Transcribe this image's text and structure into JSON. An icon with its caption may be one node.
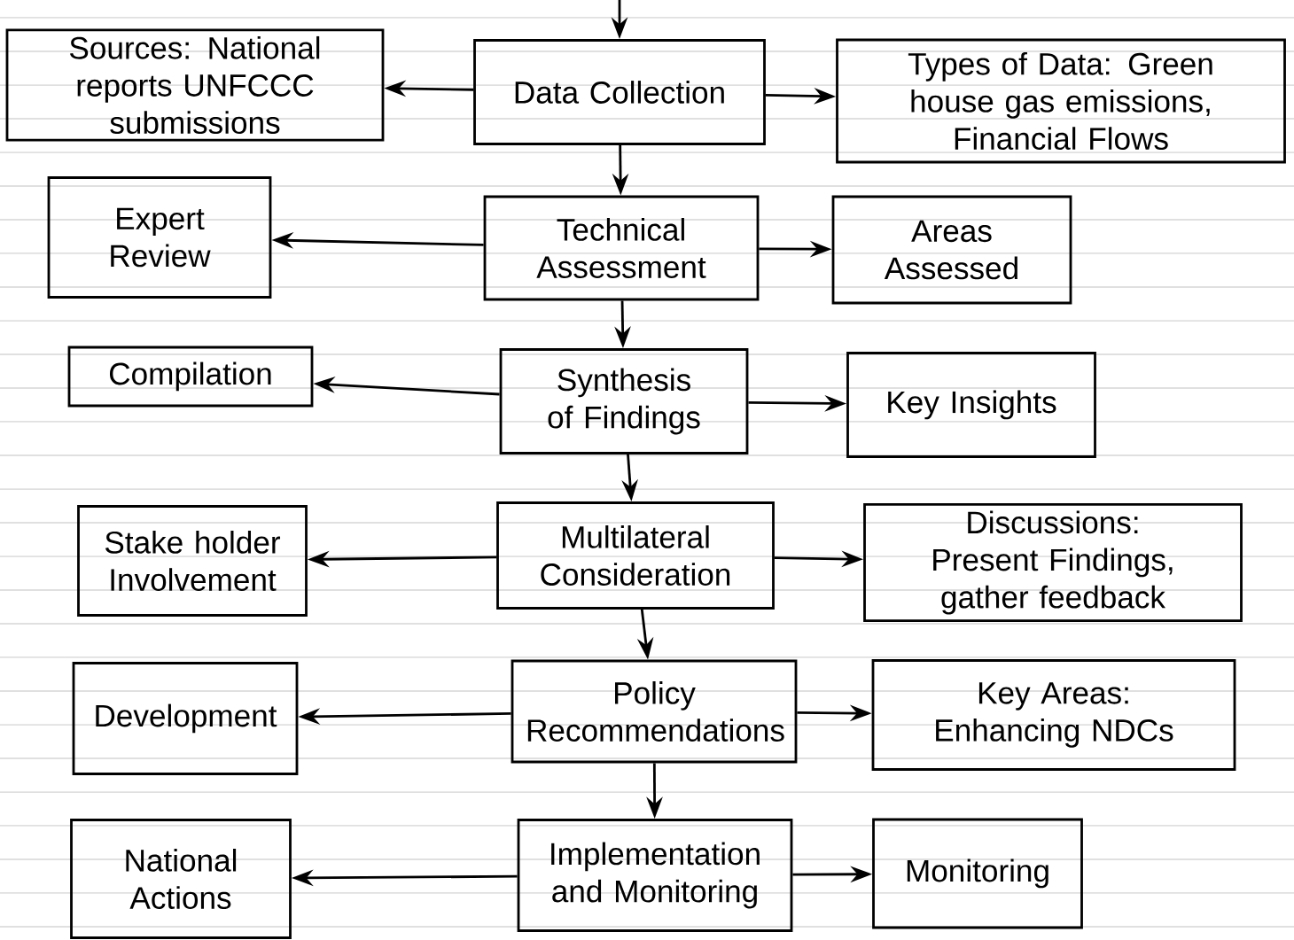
{
  "diagram": {
    "nodes": [
      {
        "text": [
          "Sources: National reports UNFCCC submissions"
        ]
      },
      {
        "text": [
          "Data Collection"
        ]
      },
      {
        "text": [
          "Types of Data: Green house gas emissions, Financial Flows"
        ]
      },
      {
        "text": [
          "Expert Review"
        ]
      },
      {
        "text": [
          "Technical Assessment"
        ]
      },
      {
        "text": [
          "Areas Assessed"
        ]
      },
      {
        "text": [
          "Compilation"
        ]
      },
      {
        "text": [
          "Synthesis of Findings"
        ]
      },
      {
        "text": [
          "Key Insights"
        ]
      },
      {
        "text": [
          "Stake holder Involvement"
        ]
      },
      {
        "text": [
          "Multilateral Consideration"
        ]
      },
      {
        "text": [
          "Discussions: Present Findings, gather feedback"
        ]
      },
      {
        "text": [
          "Development"
        ]
      },
      {
        "text": [
          "Policy Recommendations"
        ]
      },
      {
        "text": [
          "Key Areas: Enhancing NDCs"
        ]
      },
      {
        "text": [
          "National Actions"
        ]
      },
      {
        "text": [
          "Implementation and Monitoring"
        ]
      },
      {
        "text": [
          "Monitoring"
        ]
      }
    ],
    "edges": [
      {
        "from": null,
        "to": 1,
        "arrow": "to"
      },
      {
        "from": 1,
        "to": 0,
        "arrow": "to"
      },
      {
        "from": 1,
        "to": 2,
        "arrow": "to"
      },
      {
        "from": 1,
        "to": 4,
        "arrow": "to"
      },
      {
        "from": 4,
        "to": 3,
        "arrow": "to"
      },
      {
        "from": 4,
        "to": 5,
        "arrow": "to"
      },
      {
        "from": 4,
        "to": 7,
        "arrow": "to"
      },
      {
        "from": 7,
        "to": 6,
        "arrow": "to"
      },
      {
        "from": 7,
        "to": 8,
        "arrow": "to"
      },
      {
        "from": 7,
        "to": 10,
        "arrow": "to"
      },
      {
        "from": 10,
        "to": 9,
        "arrow": "to"
      },
      {
        "from": 10,
        "to": 11,
        "arrow": "to"
      },
      {
        "from": 10,
        "to": 13,
        "arrow": "to"
      },
      {
        "from": 13,
        "to": 12,
        "arrow": "to"
      },
      {
        "from": 13,
        "to": 14,
        "arrow": "to"
      },
      {
        "from": 13,
        "to": 16,
        "arrow": "to"
      },
      {
        "from": 16,
        "to": 15,
        "arrow": "to"
      },
      {
        "from": 16,
        "to": 17,
        "arrow": "to"
      }
    ]
  }
}
